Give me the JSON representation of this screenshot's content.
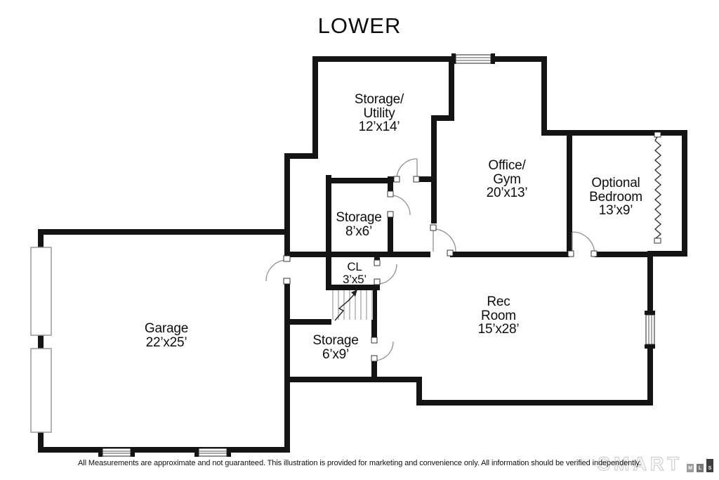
{
  "title": "LOWER",
  "rooms": {
    "storage_utility": {
      "lines": [
        "Storage/",
        "Utility",
        "12’x14’"
      ]
    },
    "office_gym": {
      "lines": [
        "Office/",
        "Gym",
        "20’x13’"
      ]
    },
    "optional_bedroom": {
      "lines": [
        "Optional",
        "Bedroom",
        "13’x9’"
      ]
    },
    "storage_8x6": {
      "lines": [
        "Storage",
        "8’x6’"
      ]
    },
    "closet": {
      "lines": [
        "CL",
        "3’x5’"
      ]
    },
    "garage": {
      "lines": [
        "Garage",
        "22’x25’"
      ]
    },
    "storage_6x9": {
      "lines": [
        "Storage",
        "6’x9’"
      ]
    },
    "rec_room": {
      "lines": [
        "Rec",
        "Room",
        "15’x28’"
      ]
    }
  },
  "footer": {
    "disclaimer": "All Measurements are approximate and not guaranteed.  This illustration is provided for marketing and convenience only.  All information should be verified independently."
  },
  "logo": {
    "brand": "SMART",
    "boxes": [
      "M",
      "L",
      "S"
    ],
    "colors": {
      "outline": "#cfcfcf",
      "box_m": "#9c9c9c",
      "box_l": "#787878",
      "box_s": "#3f3f3f"
    }
  },
  "plan": {
    "wall_color": "#141414",
    "door_arc_color": "#909090",
    "stair_tread_color": "#c4c4c4"
  }
}
